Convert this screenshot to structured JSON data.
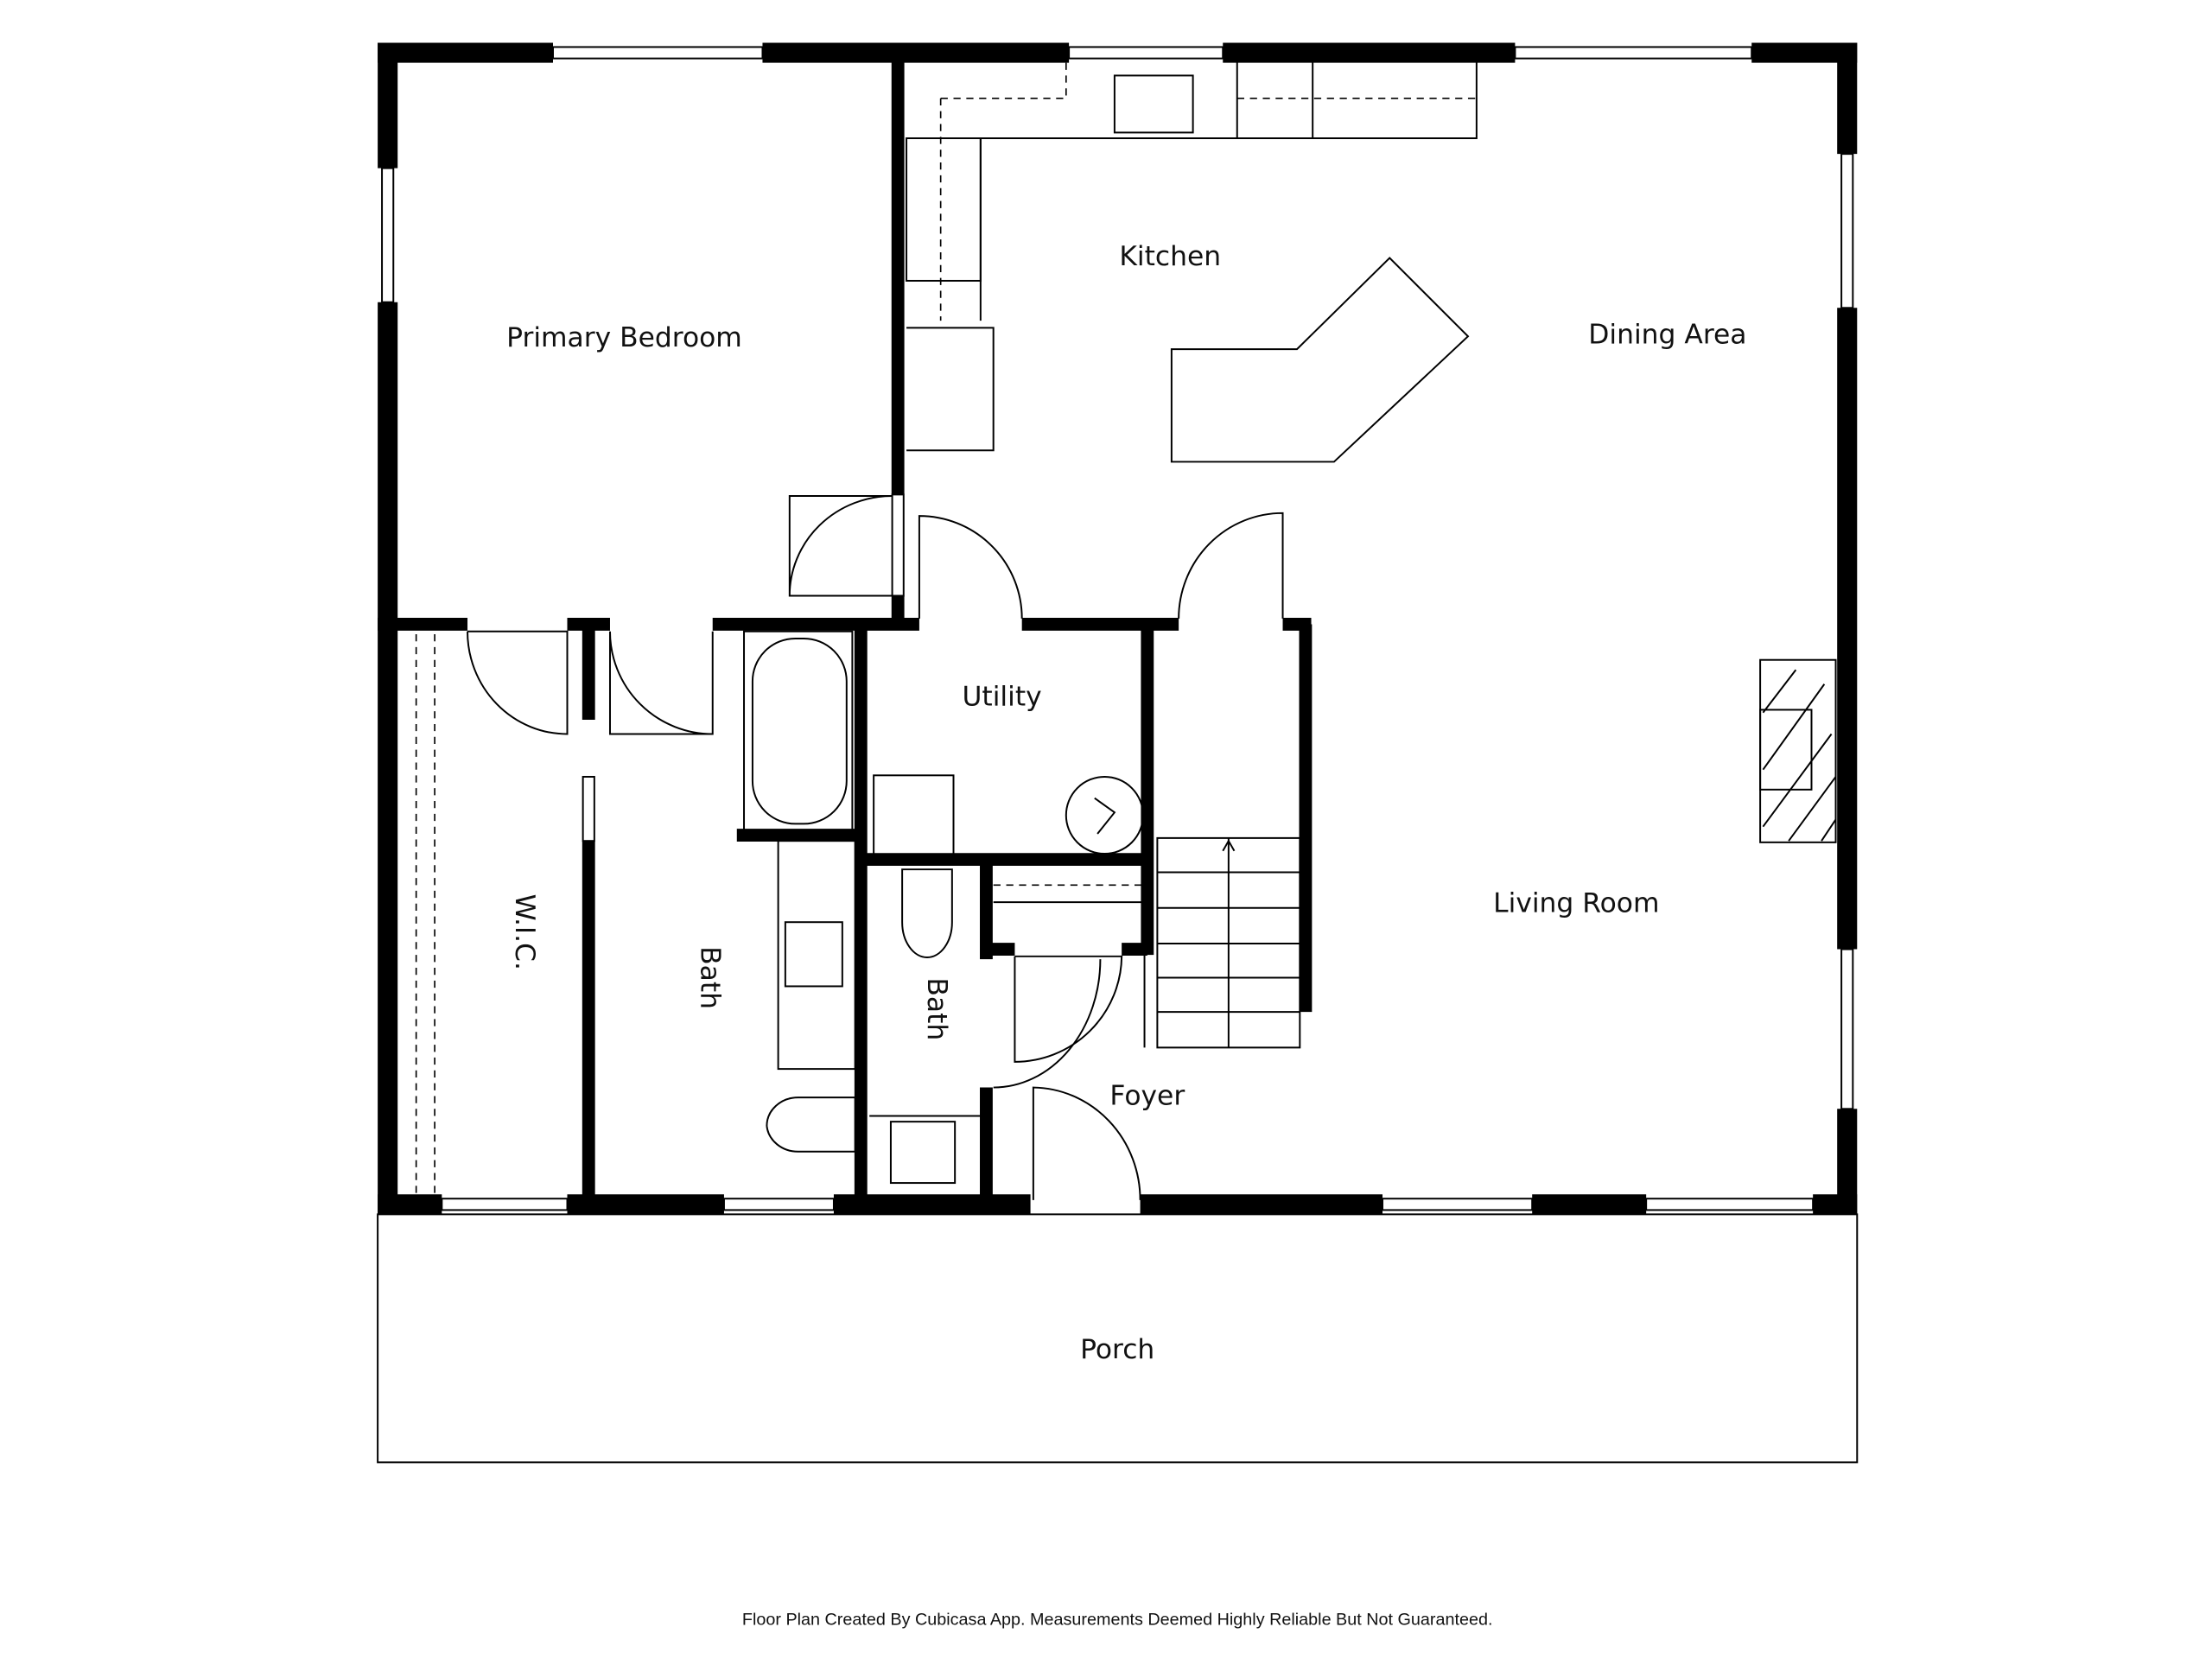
{
  "rooms": {
    "primary_bedroom": "Primary Bedroom",
    "kitchen": "Kitchen",
    "dining_area": "Dining Area",
    "utility": "Utility",
    "wic": "W.I.C.",
    "bath_main": "Bath",
    "bath_half": "Bath",
    "living_room": "Living Room",
    "foyer": "Foyer",
    "porch": "Porch"
  },
  "footer": "Floor Plan Created By Cubicasa App. Measurements Deemed Highly Reliable But Not Guaranteed."
}
